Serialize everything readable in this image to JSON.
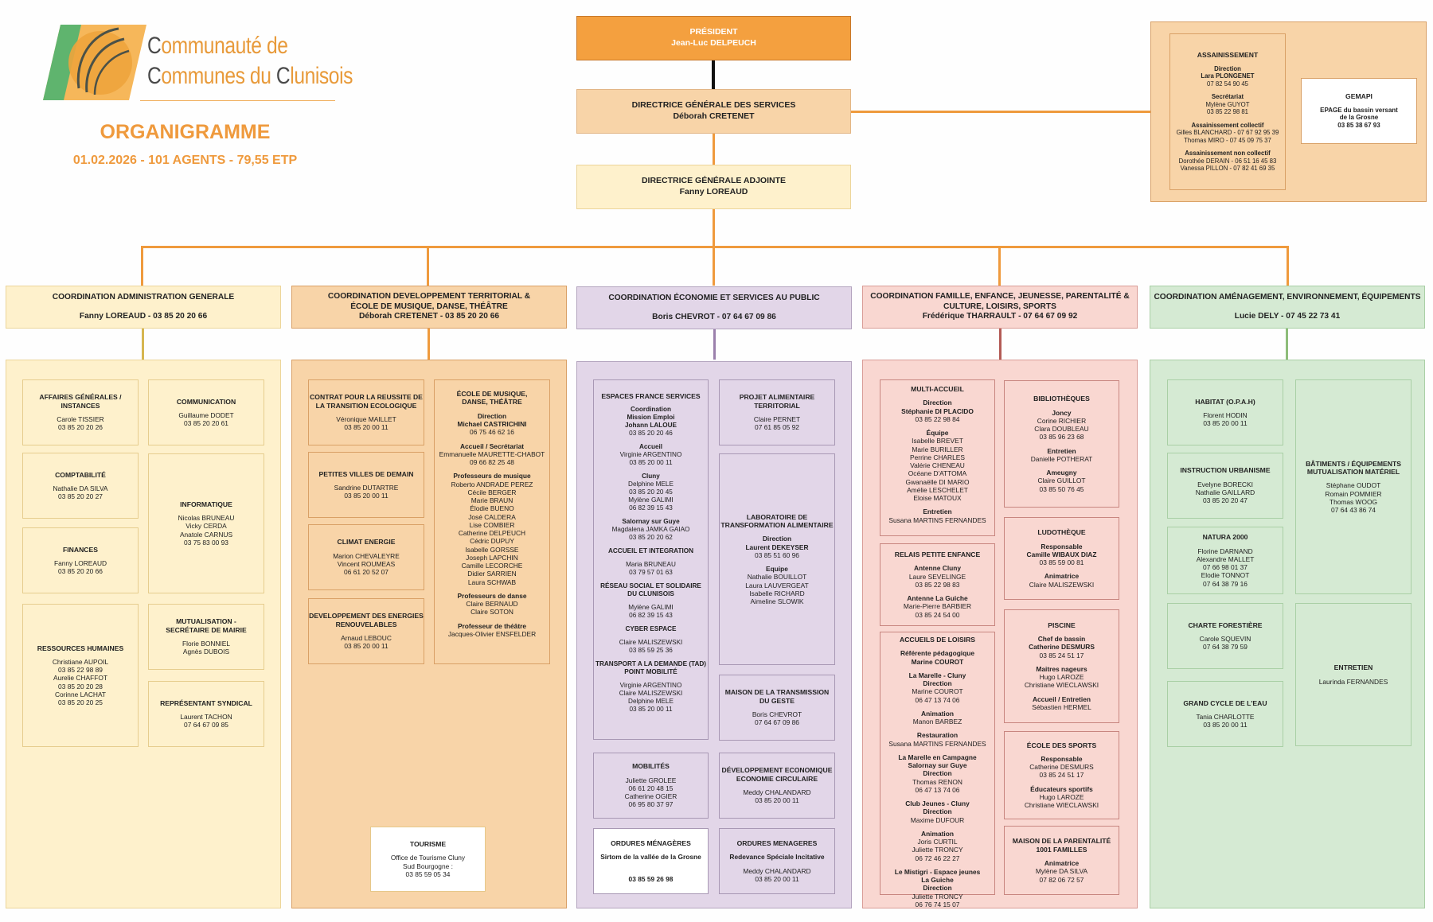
{
  "logo": {
    "line1_cap": "C",
    "line1_rest": "ommunauté de",
    "line2_cap": "C",
    "line2_mid": "ommunes du ",
    "line2_cap2": "C",
    "line2_rest": "lunisois"
  },
  "header": {
    "title": "ORGANIGRAMME",
    "subtitle": "01.02.2026 - 101 AGENTS - 79,55 ETP"
  },
  "colors": {
    "orange_accent": "#ef9a3d",
    "president_fill": "#f4a03f",
    "col1": "#fef1cc",
    "col2": "#f8d4a8",
    "col3": "#e2d6e8",
    "col4": "#f9d7d1",
    "col5": "#d5ead3"
  },
  "president": {
    "title": "PRÉSIDENT",
    "name": "Jean-Luc DELPEUCH"
  },
  "dgs": {
    "title": "DIRECTRICE GÉNÉRALE DES SERVICES",
    "name": "Déborah CRETENET"
  },
  "dga": {
    "title": "DIRECTRICE GÉNÉRALE ADJOINTE",
    "name": "Fanny LOREAUD"
  },
  "assainissement": {
    "title": "ASSAINISSEMENT",
    "sections": [
      {
        "heading": "Direction\nLara PLONGENET",
        "lines": "07 82 54 90 45"
      },
      {
        "heading": "Secrétariat",
        "lines": "Mylène GUYOT\n03 85 22 98 81"
      },
      {
        "heading": "Assainissement collectif",
        "lines": "Gilles BLANCHARD - 07 67 92 95 39\nThomas MIRO - 07 45 09 75 37"
      },
      {
        "heading": "Assainissement non collectif",
        "lines": "Dorothée DERAIN - 06 51 16 45 83\nVanessa PILLON - 07 82 41 69 35"
      }
    ]
  },
  "gemapi": {
    "title": "GEMAPI",
    "sections": [
      {
        "heading": "EPAGE du bassin versant\nde la Grosne\n03 85 38 67 93",
        "lines": ""
      }
    ]
  },
  "coordinations": [
    {
      "title": "COORDINATION ADMINISTRATION GENERALE",
      "person": "Fanny LOREAUD - 03 85 20 20 66"
    },
    {
      "title": "COORDINATION DEVELOPPEMENT TERRITORIAL &\nÉCOLE DE MUSIQUE, DANSE, THÉÂTRE",
      "person": "Déborah CRETENET - 03 85 20 20 66"
    },
    {
      "title": "COORDINATION ÉCONOMIE ET SERVICES AU PUBLIC",
      "person": "Boris CHEVROT - 07 64 67 09 86"
    },
    {
      "title": "COORDINATION FAMILLE, ENFANCE, JEUNESSE, PARENTALITÉ &\nCULTURE, LOISIRS, SPORTS",
      "person": "Frédérique THARRAULT - 07 64 67 09 92"
    },
    {
      "title": "COORDINATION AMÉNAGEMENT, ENVIRONNEMENT, ÉQUIPEMENTS",
      "person": "Lucie DELY - 07 45 22 73 41"
    }
  ],
  "col1": {
    "affaires": {
      "title": "AFFAIRES GÉNÉRALES /\nINSTANCES",
      "sections": [
        {
          "heading": "",
          "lines": "Carole TISSIER\n03 85 20 20 26"
        }
      ]
    },
    "communication": {
      "title": "COMMUNICATION",
      "sections": [
        {
          "heading": "",
          "lines": "Guillaume DODET\n03 85 20 20 61"
        }
      ]
    },
    "comptabilite": {
      "title": "COMPTABILITÉ",
      "sections": [
        {
          "heading": "",
          "lines": "Nathalie DA SILVA\n03 85 20 20 27"
        }
      ]
    },
    "informatique": {
      "title": "INFORMATIQUE",
      "sections": [
        {
          "heading": "",
          "lines": "Nicolas BRUNEAU\nVicky CERDA\nAnatole CARNUS\n03 75 83 00 93"
        }
      ]
    },
    "finances": {
      "title": "FINANCES",
      "sections": [
        {
          "heading": "",
          "lines": "Fanny LOREAUD\n03 85 20 20 66"
        }
      ]
    },
    "rh": {
      "title": "RESSOURCES HUMAINES",
      "sections": [
        {
          "heading": "",
          "lines": "Christiane AUPOIL\n03 85 22 98 89\nAurelie CHAFFOT\n03 85 20 20 28\nCorinne LACHAT\n03 85 20 20 25"
        }
      ]
    },
    "mutualisation": {
      "title": "MUTUALISATION -\nSECRÉTAIRE DE MAIRIE",
      "sections": [
        {
          "heading": "",
          "lines": "Florie BONNIEL\nAgnès DUBOIS"
        }
      ]
    },
    "syndical": {
      "title": "REPRÉSENTANT SYNDICAL",
      "sections": [
        {
          "heading": "",
          "lines": "Laurent TACHON\n07 64 67 09 85"
        }
      ]
    }
  },
  "col2": {
    "crte": {
      "title": "CONTRAT POUR LA REUSSITE DE\nLA TRANSITION ECOLOGIQUE",
      "sections": [
        {
          "heading": "",
          "lines": "Véronique MAILLET\n03 85 20 00 11"
        }
      ]
    },
    "pvd": {
      "title": "PETITES VILLES DE DEMAIN",
      "sections": [
        {
          "heading": "",
          "lines": "Sandrine DUTARTRE\n03 85 20 00 11"
        }
      ]
    },
    "climat": {
      "title": "CLIMAT ENERGIE",
      "sections": [
        {
          "heading": "",
          "lines": "Marion CHEVALEYRE\nVincent ROUMEAS\n06 61 20 52 07"
        }
      ]
    },
    "enr": {
      "title": "DEVELOPPEMENT DES ENERGIES\nRENOUVELABLES",
      "sections": [
        {
          "heading": "",
          "lines": "Arnaud LEBOUC\n03 85 20 00 11"
        }
      ]
    },
    "ecole": {
      "title": "ÉCOLE DE MUSIQUE,\nDANSE, THÉÂTRE",
      "sections": [
        {
          "heading": "Direction\nMichael CASTRICHINI",
          "lines": "06 75 46 62 16"
        },
        {
          "heading": "Accueil / Secrétariat",
          "lines": "Emmanuelle MAURETTE-CHABOT\n09 66 82 25 48"
        },
        {
          "heading": "Professeurs de musique",
          "lines": "Roberto ANDRADE PEREZ\nCécile BERGER\nMarie BRAUN\nÉlodie BUENO\nJosé CALDERA\nLise COMBIER\nCatherine DELPEUCH\nCédric DUPUY\nIsabelle GORSSE\nJoseph LAPCHIN\nCamille LECORCHE\nDidier SARRIEN\nLaura SCHWAB"
        },
        {
          "heading": "Professeurs de danse",
          "lines": "Claire BERNAUD\nClaire SOTON"
        },
        {
          "heading": "Professeur de théâtre",
          "lines": "Jacques-Olivier ENSFELDER"
        }
      ]
    },
    "tourisme": {
      "title": "TOURISME",
      "sections": [
        {
          "heading": "",
          "lines": "Office de Tourisme Cluny\nSud Bourgogne :\n03 85 59 05 34"
        }
      ]
    }
  },
  "col3": {
    "efs": {
      "title": "ESPACES FRANCE SERVICES",
      "sections": [
        {
          "heading": "Coordination\nMission Emploi\nJohann LALOUE",
          "lines": "03 85 20 20 46"
        },
        {
          "heading": "Accueil",
          "lines": "Virginie ARGENTINO\n03 85 20 00 11"
        },
        {
          "heading": "Cluny",
          "lines": "Delphine MELE\n03 85 20 20 45\nMylène GALIMI\n06 82 39 15 43"
        },
        {
          "heading": "Salornay sur Guye",
          "lines": "Magdalena JAMKA GAIAO\n03 85 20 20 62"
        },
        {
          "heading": "ACCUEIL ET INTEGRATION",
          "lines": ""
        },
        {
          "heading": "",
          "lines": "Maria BRUNEAU\n03 79 57 01 63"
        },
        {
          "heading": "RÉSEAU SOCIAL ET SOLIDAIRE\nDU CLUNISOIS",
          "lines": ""
        },
        {
          "heading": "",
          "lines": "Mylène GALIMI\n06 82 39 15 43"
        },
        {
          "heading": "CYBER ESPACE",
          "lines": ""
        },
        {
          "heading": "",
          "lines": "Claire MALISZEWSKI\n03 85 59 25 36"
        },
        {
          "heading": "TRANSPORT A LA DEMANDE (TAD)\nPOINT MOBILITÉ",
          "lines": ""
        },
        {
          "heading": "",
          "lines": "Virginie ARGENTINO\nClaire MALISZEWSKI\nDelphine MELE\n03 85 20 00 11"
        }
      ]
    },
    "pat": {
      "title": "PROJET ALIMENTAIRE\nTERRITORIAL",
      "sections": [
        {
          "heading": "",
          "lines": "Claire PERNET\n07 61 85 05 92"
        }
      ]
    },
    "labo": {
      "title": "LABORATOIRE DE\nTRANSFORMATION ALIMENTAIRE",
      "sections": [
        {
          "heading": "Direction\nLaurent DEKEYSER",
          "lines": "03 85 51 60 96"
        },
        {
          "heading": "Equipe",
          "lines": "Nathalie BOUILLOT\nLaura LAUVERGEAT\nIsabelle RICHARD\nAimeline SLOWIK"
        }
      ]
    },
    "geste": {
      "title": "MAISON DE LA TRANSMISSION\nDU GESTE",
      "sections": [
        {
          "heading": "",
          "lines": "Boris CHEVROT\n07 64 67 09 86"
        }
      ]
    },
    "mobilites": {
      "title": "MOBILITÉS",
      "sections": [
        {
          "heading": "",
          "lines": "Juliette GROLEE\n06 61 20 48 15\nCatherine OGIER\n06 95 80 37 97"
        }
      ]
    },
    "deveco": {
      "title": "DÉVELOPPEMENT ECONOMIQUE\nECONOMIE CIRCULAIRE",
      "sections": [
        {
          "heading": "",
          "lines": "Meddy CHALANDARD\n03 85 20 00 11"
        }
      ]
    },
    "om_sirtom": {
      "title": "ORDURES MÉNAGÈRES",
      "sections": [
        {
          "heading": "Sirtom de la vallée de la Grosne",
          "lines": ""
        },
        {
          "heading": "\n03 85 59 26 98",
          "lines": ""
        }
      ]
    },
    "om_rsi": {
      "title": "ORDURES MENAGERES",
      "sections": [
        {
          "heading": "Redevance Spéciale Incitative",
          "lines": ""
        },
        {
          "heading": "",
          "lines": "Meddy CHALANDARD\n03 85 20 00 11"
        }
      ]
    }
  },
  "col4": {
    "multiaccueil": {
      "title": "MULTI-ACCUEIL",
      "sections": [
        {
          "heading": "Direction\nStéphanie DI PLACIDO",
          "lines": "03 85 22 98 84"
        },
        {
          "heading": "Équipe",
          "lines": "Isabelle BREVET\nMarie BURILLER\nPerrine CHARLES\nValérie CHENEAU\nOcéane D'ATTOMA\nGwanaëlle DI MARIO\nAmélie LESCHELET\nEloise MATOUX"
        },
        {
          "heading": "Entretien",
          "lines": "Susana MARTINS FERNANDES"
        }
      ]
    },
    "rpe": {
      "title": "RELAIS PETITE ENFANCE",
      "sections": [
        {
          "heading": "Antenne Cluny",
          "lines": "Laure SEVELINGE\n03 85 22 98 83"
        },
        {
          "heading": "Antenne La Guiche",
          "lines": "Marie-Pierre BARBIER\n03 85 24 54 00"
        }
      ]
    },
    "loisirs": {
      "title": "ACCUEILS DE LOISIRS",
      "sections": [
        {
          "heading": "Référente pédagogique\nMarine COUROT",
          "lines": ""
        },
        {
          "heading": "La Marelle - Cluny\nDirection",
          "lines": "Marine COUROT\n06 47 13 74 06"
        },
        {
          "heading": "Animation",
          "lines": "Manon BARBEZ"
        },
        {
          "heading": "Restauration",
          "lines": "Susana MARTINS FERNANDES"
        },
        {
          "heading": "La Marelle en Campagne\nSalornay sur Guye\nDirection",
          "lines": "Thomas RENON\n06 47 13 74 06"
        },
        {
          "heading": "Club Jeunes - Cluny\nDirection",
          "lines": "Maxime DUFOUR"
        },
        {
          "heading": "Animation",
          "lines": "Joris CURTIL\nJuliette TRONCY\n06 72 46 22 27"
        },
        {
          "heading": "Le Mistigri - Espace jeunes\nLa Guiche\nDirection",
          "lines": "Juliette TRONCY\n06 76 74 15 07"
        }
      ]
    },
    "biblio": {
      "title": "BIBLIOTHÈQUES",
      "sections": [
        {
          "heading": "Joncy",
          "lines": "Corine RICHIER\nClara DOUBLEAU\n03 85 96 23 68"
        },
        {
          "heading": "Entretien",
          "lines": "Danielle POTHERAT"
        },
        {
          "heading": "Ameugny",
          "lines": "Claire GUILLOT\n03 85 50 76 45"
        }
      ]
    },
    "ludo": {
      "title": "LUDOTHÈQUE",
      "sections": [
        {
          "heading": "Responsable\nCamille WIBAUX DIAZ",
          "lines": "03 85 59 00 81"
        },
        {
          "heading": "Animatrice",
          "lines": "Claire MALISZEWSKI"
        }
      ]
    },
    "piscine": {
      "title": "PISCINE",
      "sections": [
        {
          "heading": "Chef de bassin\nCatherine DESMURS",
          "lines": "03 85 24 51 17"
        },
        {
          "heading": "Maitres nageurs",
          "lines": "Hugo LAROZE\nChristiane WIECLAWSKI"
        },
        {
          "heading": "Accueil / Entretien",
          "lines": "Sébastien HERMEL"
        }
      ]
    },
    "sports": {
      "title": "ÉCOLE DES SPORTS",
      "sections": [
        {
          "heading": "Responsable",
          "lines": "Catherine DESMURS\n03 85 24 51 17"
        },
        {
          "heading": "Éducateurs sportifs",
          "lines": "Hugo LAROZE\nChristiane WIECLAWSKI"
        }
      ]
    },
    "parentalite": {
      "title": "MAISON DE LA PARENTALITÉ\n1001 FAMILLES",
      "sections": [
        {
          "heading": "Animatrice",
          "lines": "Mylène DA SILVA\n07 82 06 72 57"
        }
      ]
    }
  },
  "col5": {
    "habitat": {
      "title": "HABITAT (O.P.A.H)",
      "sections": [
        {
          "heading": "",
          "lines": "Florent HODIN\n03 85 20 00 11"
        }
      ]
    },
    "batiments": {
      "title": "BÂTIMENTS / ÉQUIPEMENTS\nMUTUALISATION MATÉRIEL",
      "sections": [
        {
          "heading": "",
          "lines": "Stéphane OUDOT\nRomain POMMIER\nThomas WOOG\n07 64 43 86 74"
        }
      ]
    },
    "urbanisme": {
      "title": "INSTRUCTION URBANISME",
      "sections": [
        {
          "heading": "",
          "lines": "Evelyne BORECKI\nNathalie GAILLARD\n03 85 20 20 47"
        }
      ]
    },
    "natura": {
      "title": "NATURA 2000",
      "sections": [
        {
          "heading": "",
          "lines": "Florine DARNAND\nAlexandre MALLET\n07 66 98 01 37\nElodie TONNOT\n07 64 38 79 16"
        }
      ]
    },
    "charte": {
      "title": "CHARTE FORESTIÈRE",
      "sections": [
        {
          "heading": "",
          "lines": "Carole SQUEVIN\n07 64 38 79 59"
        }
      ]
    },
    "entretien": {
      "title": "ENTRETIEN",
      "sections": [
        {
          "heading": "",
          "lines": "Laurinda FERNANDES"
        }
      ]
    },
    "eau": {
      "title": "GRAND CYCLE DE L'EAU",
      "sections": [
        {
          "heading": "",
          "lines": "Tania CHARLOTTE\n03 85 20 00 11"
        }
      ]
    }
  }
}
